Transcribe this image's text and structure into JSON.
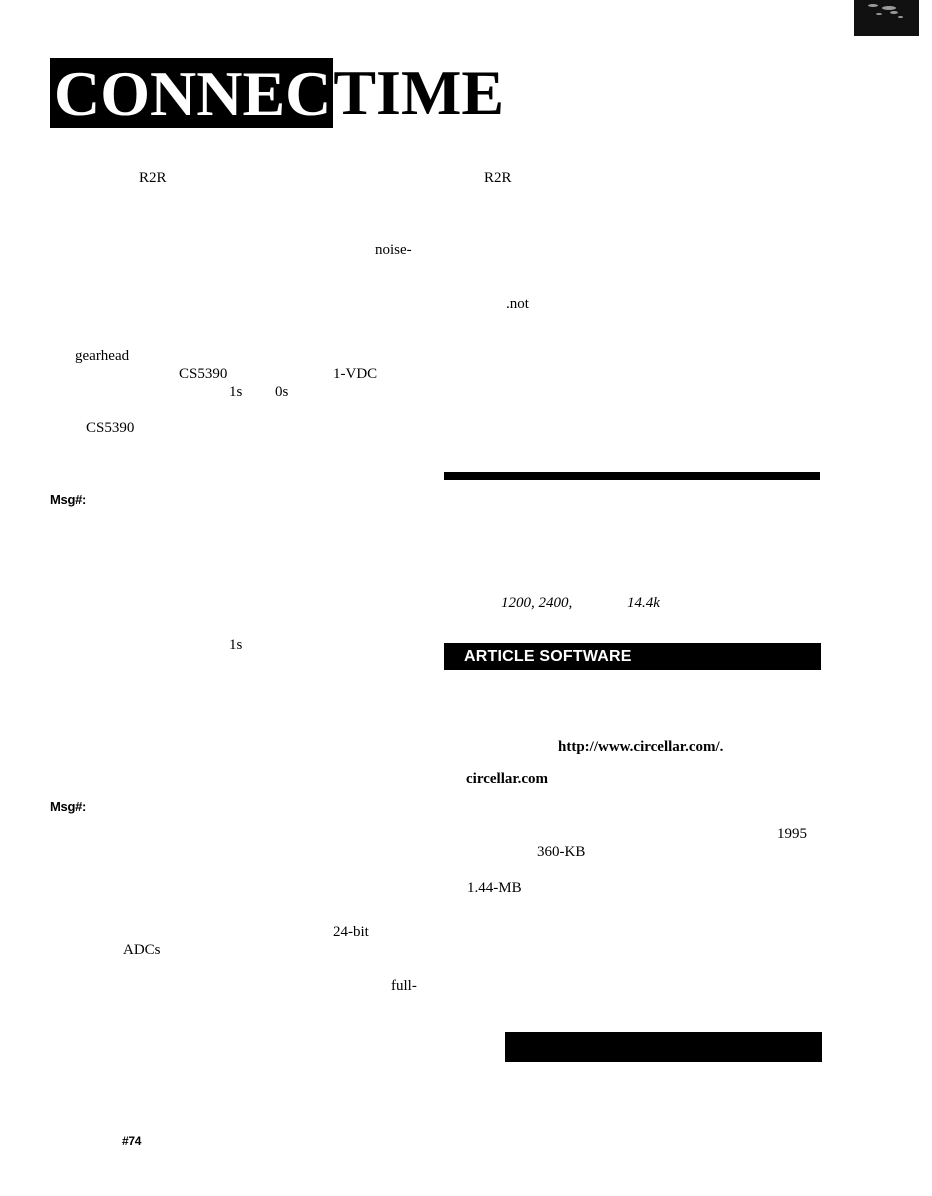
{
  "header": {
    "title_inverted": "CONNEC",
    "title_rest": "TIME"
  },
  "left_column": {
    "r2r": "R2R",
    "noise": "noise-",
    "gearhead": "gearhead",
    "cs5390_a": "CS5390",
    "vdc": "1-VDC",
    "ones_a": "1s",
    "zeros": "0s",
    "cs5390_b": "CS5390",
    "msg1": "Msg#:",
    "ones_b": "1s",
    "msg2": "Msg#:",
    "bit24": "24-bit",
    "adcs": "ADCs",
    "full": "full-",
    "page_number": "#74"
  },
  "right_column": {
    "r2r": "R2R",
    "not": ".not",
    "baud_1200_2400": "1200, 2400,",
    "baud_144k": "14.4k",
    "article_software": "ARTICLE SOFTWARE",
    "url": "http://www.circellar.com/",
    "url_period": ".",
    "domain": "circellar.com",
    "year": "1995",
    "kb360": "360-KB",
    "mb144": "1.44-MB"
  },
  "colors": {
    "ink": "#000000",
    "paper": "#ffffff"
  }
}
